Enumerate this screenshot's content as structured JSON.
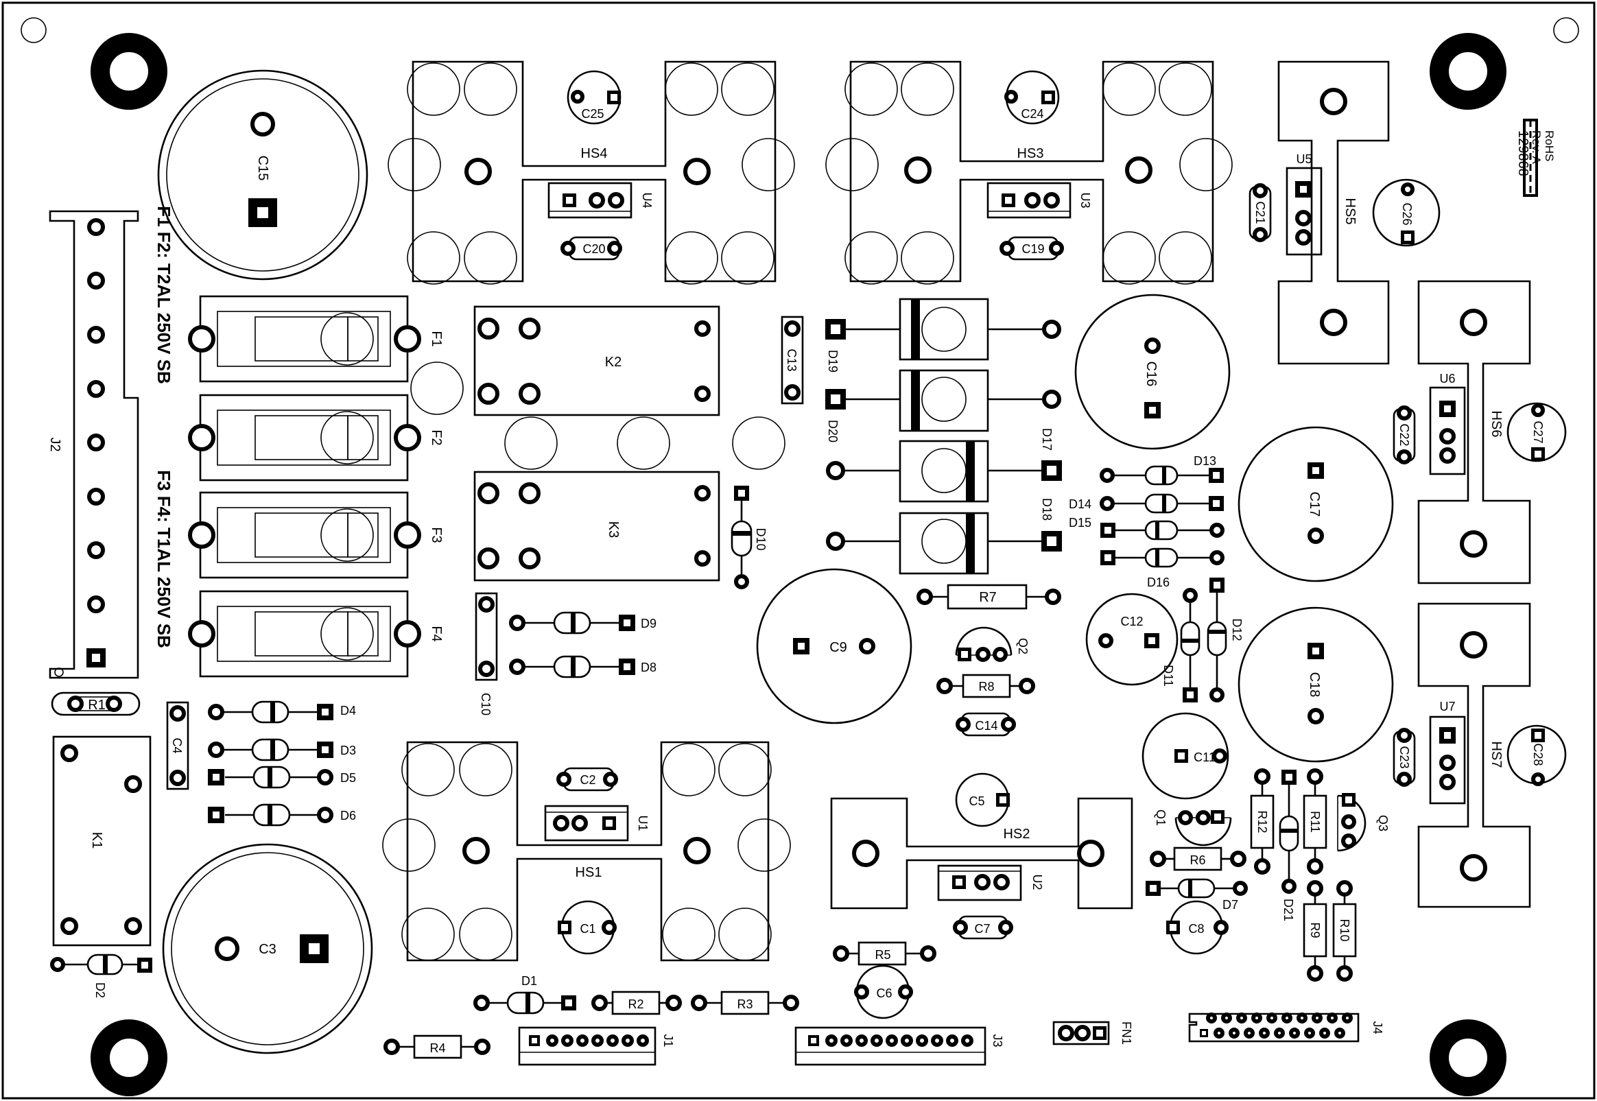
{
  "colors": {
    "silkscreen": "#000000",
    "board": "#ffffff"
  },
  "board": {
    "part_number": "129868",
    "revision": "Rev. A",
    "compliance": "RoHS",
    "fuse_notes": [
      "F1 F2: T2AL 250V SB",
      "F3 F4: T1AL 250V SB"
    ]
  },
  "designators": {
    "C1": "C1",
    "C2": "C2",
    "C3": "C3",
    "C4": "C4",
    "C5": "C5",
    "C6": "C6",
    "C7": "C7",
    "C8": "C8",
    "C9": "C9",
    "C10": "C10",
    "C11": "C11",
    "C12": "C12",
    "C13": "C13",
    "C14": "C14",
    "C15": "C15",
    "C16": "C16",
    "C17": "C17",
    "C18": "C18",
    "C19": "C19",
    "C20": "C20",
    "C21": "C21",
    "C22": "C22",
    "C23": "C23",
    "C24": "C24",
    "C25": "C25",
    "C26": "C26",
    "C27": "C27",
    "C28": "C28",
    "D1": "D1",
    "D2": "D2",
    "D3": "D3",
    "D4": "D4",
    "D5": "D5",
    "D6": "D6",
    "D7": "D7",
    "D8": "D8",
    "D9": "D9",
    "D10": "D10",
    "D11": "D11",
    "D12": "D12",
    "D13": "D13",
    "D14": "D14",
    "D15": "D15",
    "D16": "D16",
    "D17": "D17",
    "D18": "D18",
    "D19": "D19",
    "D20": "D20",
    "D21": "D21",
    "R1": "R1",
    "R2": "R2",
    "R3": "R3",
    "R4": "R4",
    "R5": "R5",
    "R6": "R6",
    "R7": "R7",
    "R8": "R8",
    "R9": "R9",
    "R10": "R10",
    "R11": "R11",
    "R12": "R12",
    "F1": "F1",
    "F2": "F2",
    "F3": "F3",
    "F4": "F4",
    "K1": "K1",
    "K2": "K2",
    "K3": "K3",
    "U1": "U1",
    "U2": "U2",
    "U3": "U3",
    "U4": "U4",
    "U5": "U5",
    "U6": "U6",
    "U7": "U7",
    "Q1": "Q1",
    "Q2": "Q2",
    "Q3": "Q3",
    "HS1": "HS1",
    "HS2": "HS2",
    "HS3": "HS3",
    "HS4": "HS4",
    "HS5": "HS5",
    "HS6": "HS6",
    "HS7": "HS7",
    "J1": "J1",
    "J2": "J2",
    "J3": "J3",
    "J4": "J4",
    "FN1": "FN1"
  }
}
